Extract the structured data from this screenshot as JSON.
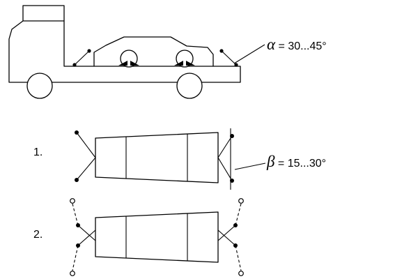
{
  "figure": {
    "alpha": {
      "symbol": "α",
      "value": " = 30...45°"
    },
    "beta": {
      "symbol": "β",
      "value": " = 15...30°"
    },
    "item1_label": "1.",
    "item2_label": "2."
  },
  "colors": {
    "line": "#000000",
    "background": "#ffffff"
  }
}
